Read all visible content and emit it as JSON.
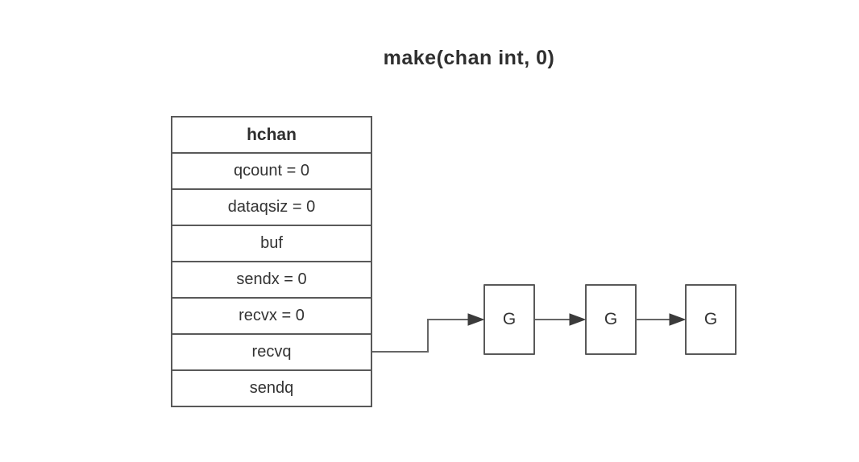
{
  "title": "make(chan int, 0)",
  "hchan": {
    "header": "hchan",
    "rows": [
      {
        "label": "qcount = 0"
      },
      {
        "label": "dataqsiz = 0"
      },
      {
        "label": "buf"
      },
      {
        "label": "sendx = 0"
      },
      {
        "label": "recvx = 0"
      },
      {
        "label": "recvq"
      },
      {
        "label": "sendq"
      }
    ]
  },
  "recvq_queue": {
    "source_row": "recvq",
    "nodes": [
      {
        "label": "G"
      },
      {
        "label": "G"
      },
      {
        "label": "G"
      }
    ]
  },
  "colors": {
    "background": "#ffffff",
    "border": "#595959",
    "line": "#666666",
    "arrowhead": "#3b3b3b",
    "text": "#333333"
  }
}
